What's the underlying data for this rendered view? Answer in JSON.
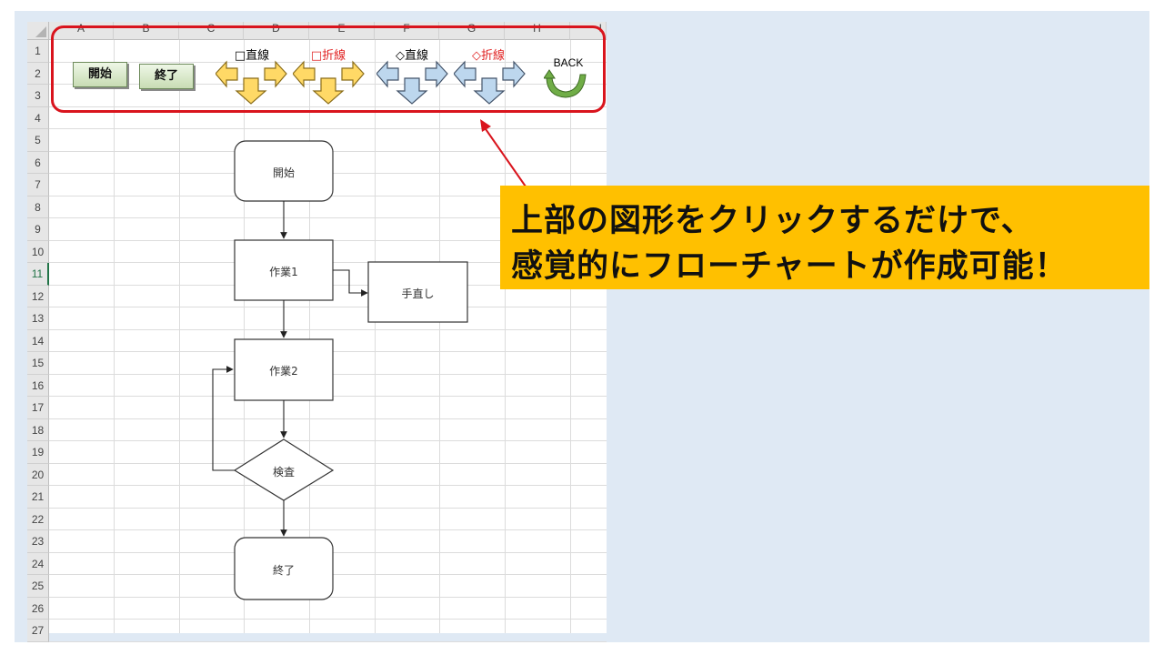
{
  "columns": [
    "A",
    "B",
    "C",
    "D",
    "E",
    "F",
    "G",
    "H",
    "I"
  ],
  "rows": [
    "1",
    "2",
    "3",
    "4",
    "5",
    "6",
    "7",
    "8",
    "9",
    "10",
    "11",
    "12",
    "13",
    "14",
    "15",
    "16",
    "17",
    "18",
    "19",
    "20",
    "21",
    "22",
    "23",
    "24",
    "25",
    "26",
    "27"
  ],
  "toolbar": {
    "start_button": "開始",
    "end_button": "終了",
    "tools": [
      {
        "label": "□直線",
        "color": "#000000",
        "arrow_color": "#ffd966"
      },
      {
        "label": "□折線",
        "color": "#e02020",
        "arrow_color": "#ffd966"
      },
      {
        "label": "◇直線",
        "color": "#000000",
        "arrow_color": "#bdd7ee"
      },
      {
        "label": "◇折線",
        "color": "#e02020",
        "arrow_color": "#bdd7ee"
      }
    ],
    "back_label": "BACK",
    "back_color": "#70ad47"
  },
  "flowchart": {
    "start": "開始",
    "task1": "作業1",
    "rework": "手直し",
    "task2": "作業2",
    "inspection": "検査",
    "end": "終了"
  },
  "callout": {
    "line1": "上部の図形をクリックするだけで、",
    "line2": "感覚的にフローチャートが作成可能！",
    "background": "#ffc000",
    "highlight_color": "#d9141d"
  }
}
